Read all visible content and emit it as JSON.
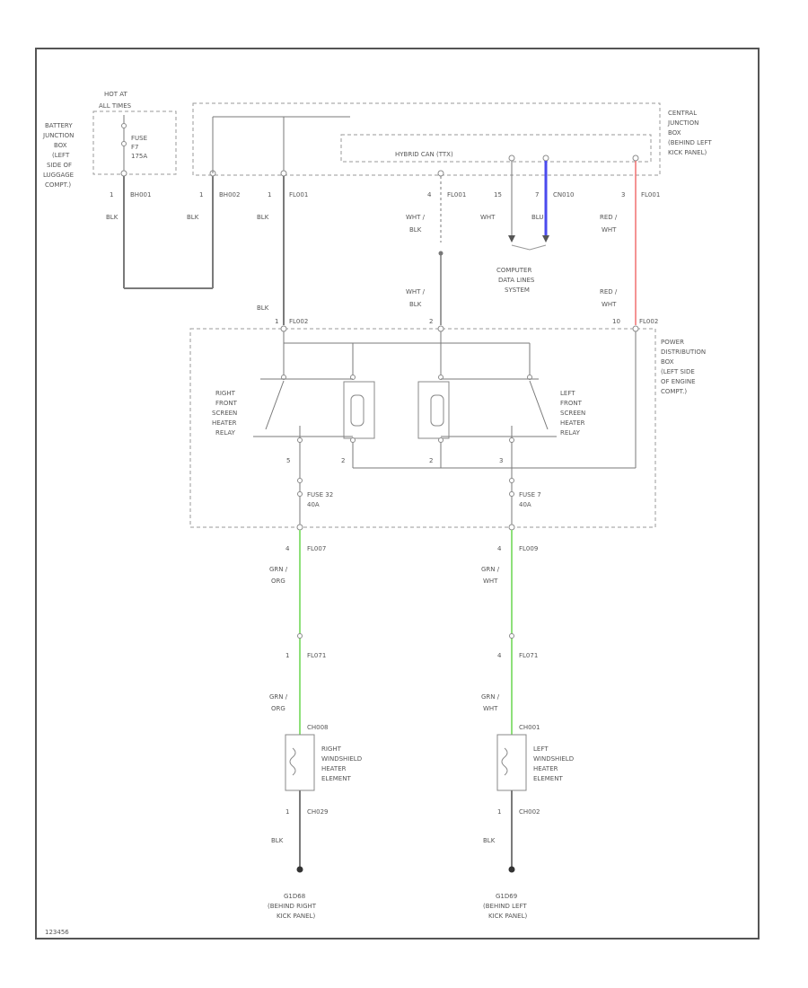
{
  "colors": {
    "wire_gray": "#7a7a7a",
    "wire_green": "#8ee07a",
    "wire_blue": "#4a4aee",
    "wire_red": "#f07070",
    "frame": "#555555"
  },
  "labels": {
    "hot_at": "HOT AT",
    "all_times": "ALL TIMES",
    "battery_junction_box": [
      "BATTERY",
      "JUNCTION",
      "BOX",
      "(LEFT",
      "SIDE OF",
      "LUGGAGE",
      "COMPT.)"
    ],
    "fuse_f7": [
      "FUSE",
      "F7",
      "175A"
    ],
    "central_junction_box": [
      "CENTRAL",
      "JUNCTION",
      "BOX",
      "(BEHIND LEFT",
      "KICK PANEL)"
    ],
    "power_dist_box": [
      "POWER",
      "DISTRIBUTION",
      "BOX",
      "(LEFT SIDE",
      "OF ENGINE",
      "COMPT.)"
    ],
    "right_relay": [
      "RIGHT",
      "FRONT",
      "SCREEN",
      "HEATER",
      "RELAY"
    ],
    "left_relay": [
      "LEFT",
      "FRONT",
      "SCREEN",
      "HEATER",
      "RELAY"
    ],
    "computer_data_lines": [
      "COMPUTER",
      "DATA LINES",
      "SYSTEM"
    ],
    "fuse_32": [
      "FUSE 32",
      "40A"
    ],
    "fuse_7": [
      "FUSE 7",
      "40A"
    ],
    "right_windshield": [
      "RIGHT",
      "WINDSHIELD",
      "HEATER",
      "ELEMENT"
    ],
    "left_windshield": [
      "LEFT",
      "WINDSHIELD",
      "HEATER",
      "ELEMENT"
    ],
    "ground_right": [
      "G1D68",
      "(BEHIND RIGHT",
      "KICK PANEL)"
    ],
    "ground_left": [
      "G1D69",
      "(BEHIND LEFT",
      "KICK PANEL)"
    ],
    "hybrid_can": "HYBRID CAN (TTX)",
    "footer": "123456"
  },
  "connectors": {
    "bh001": "BH001",
    "bh002": "BH002",
    "fl001": "FL001",
    "fl001b": "FL001",
    "cn010": "CN010",
    "fl001c": "FL001",
    "fl002": "FL002",
    "fl002b": "FL002",
    "fl007": "FL007",
    "fl009": "FL009",
    "fl071a": "FL071",
    "fl071b": "FL071",
    "ch008": "CH008",
    "ch001": "CH001",
    "ch029": "CH029",
    "ch002": "CH002"
  },
  "pins": {
    "p1a": "1",
    "p1b": "1",
    "p1c": "1",
    "p4a": "4",
    "p15": "15",
    "p7": "7",
    "p3": "3",
    "p1d": "1",
    "p2a": "2",
    "p10": "10",
    "p5": "5",
    "p2b": "2",
    "p2c": "2",
    "p3b": "3",
    "p4b": "4",
    "p4c": "4",
    "p1e": "1",
    "p4d": "4",
    "p1f": "1",
    "p1g": "1"
  },
  "wires": {
    "blk": "BLK",
    "wht_blk": "WHT /",
    "blk2": "BLK",
    "wht": "WHT",
    "blu": "BLU",
    "red_wht": "RED /",
    "wht2": "WHT",
    "grn_org": "GRN /",
    "org": "ORG",
    "grn_wht": "GRN /",
    "wht3": "WHT"
  }
}
